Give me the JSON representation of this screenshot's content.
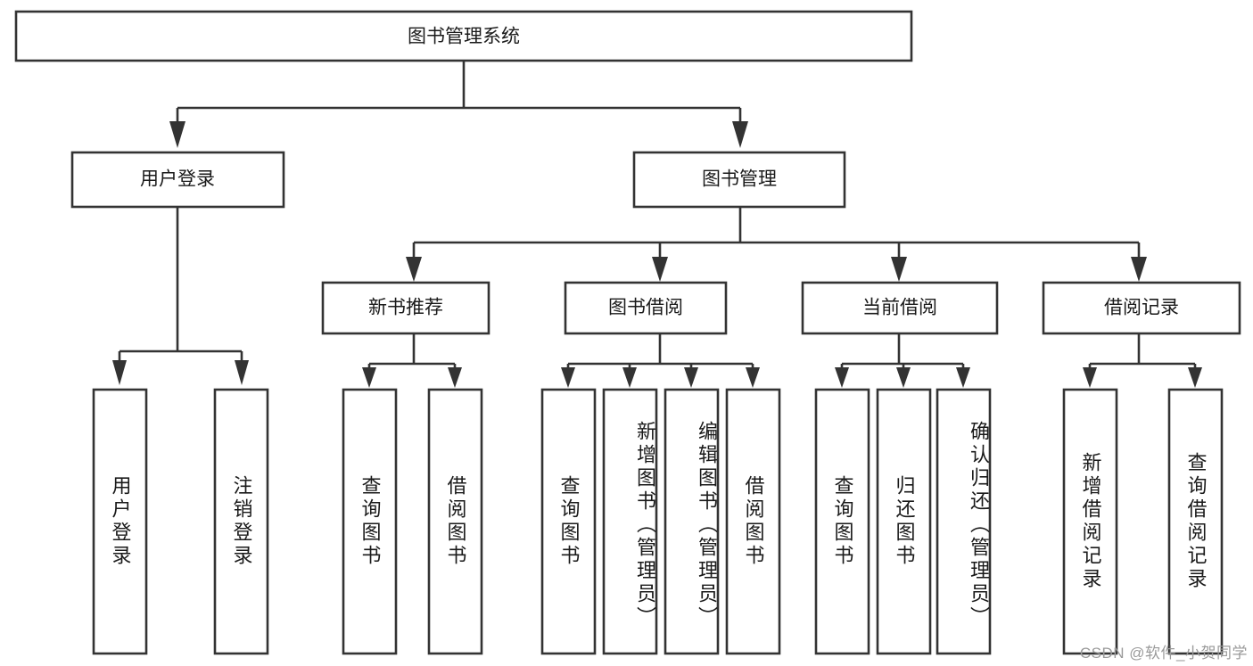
{
  "diagram": {
    "title": "图书管理系统",
    "type": "hierarchy-tree",
    "watermark": "CSDN @软件_小贺同学",
    "colors": {
      "background": "#ffffff",
      "box_stroke": "#333333",
      "text": "#1a1a1a",
      "watermark": "#9a9a9a"
    },
    "root": {
      "label": "图书管理系统"
    },
    "level2": [
      {
        "label": "用户登录"
      },
      {
        "label": "图书管理"
      }
    ],
    "level3": [
      {
        "label": "新书推荐"
      },
      {
        "label": "图书借阅"
      },
      {
        "label": "当前借阅"
      },
      {
        "label": "借阅记录"
      }
    ],
    "leaves": {
      "user_login": [
        {
          "label": "用户登录"
        },
        {
          "label": "注销登录"
        }
      ],
      "new_book_recommend": [
        {
          "label": "查询图书"
        },
        {
          "label": "借阅图书"
        }
      ],
      "book_borrow": [
        {
          "label": "查询图书"
        },
        {
          "label": "新增图书（管理员）"
        },
        {
          "label": "编辑图书（管理员）"
        },
        {
          "label": "借阅图书"
        }
      ],
      "current_borrow": [
        {
          "label": "查询图书"
        },
        {
          "label": "归还图书"
        },
        {
          "label": "确认归还（管理员）"
        }
      ],
      "borrow_record": [
        {
          "label": "新增借阅记录"
        },
        {
          "label": "查询借阅记录"
        }
      ]
    }
  }
}
